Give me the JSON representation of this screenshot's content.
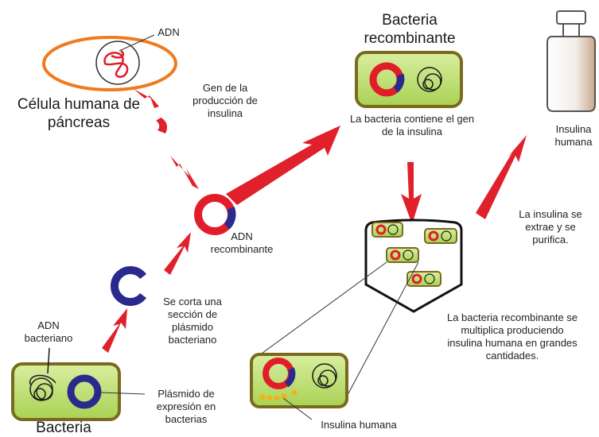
{
  "labels": {
    "adn_top": "ADN",
    "human_pancreas_cell": "Célula humana de páncreas",
    "insulin_gene": "Gen de la producción de insulina",
    "recombinant_dna": "ADN recombinante",
    "plasmid_cut": "Se corta una sección de plásmido bacteriano",
    "bacterial_dna": "ADN bacteriano",
    "expression_plasmid": "Plásmido de expresión en bacterias",
    "bacteria": "Bacteria",
    "recombinant_bacteria": "Bacteria recombinante",
    "bacteria_contains_gene": "La bacteria contiene el gen de la insulina",
    "multiplies": "La bacteria recombinante se multiplica produciendo insulina humana en grandes cantidades.",
    "human_insulin_bottom": "Insulina humana",
    "extracted_purified": "La insulina se extrae y se purifica.",
    "insulin_bottle": "Insulina humana"
  },
  "colors": {
    "bacteria_fill": "#b8dc64",
    "bacteria_border": "#7a6a1e",
    "red_ring": "#e11d2a",
    "plasmid_blue": "#2a2a8c",
    "arrow_red": "#e0202a",
    "cell_orange": "#f07a1e",
    "insulin_dot": "#f2b21a"
  }
}
